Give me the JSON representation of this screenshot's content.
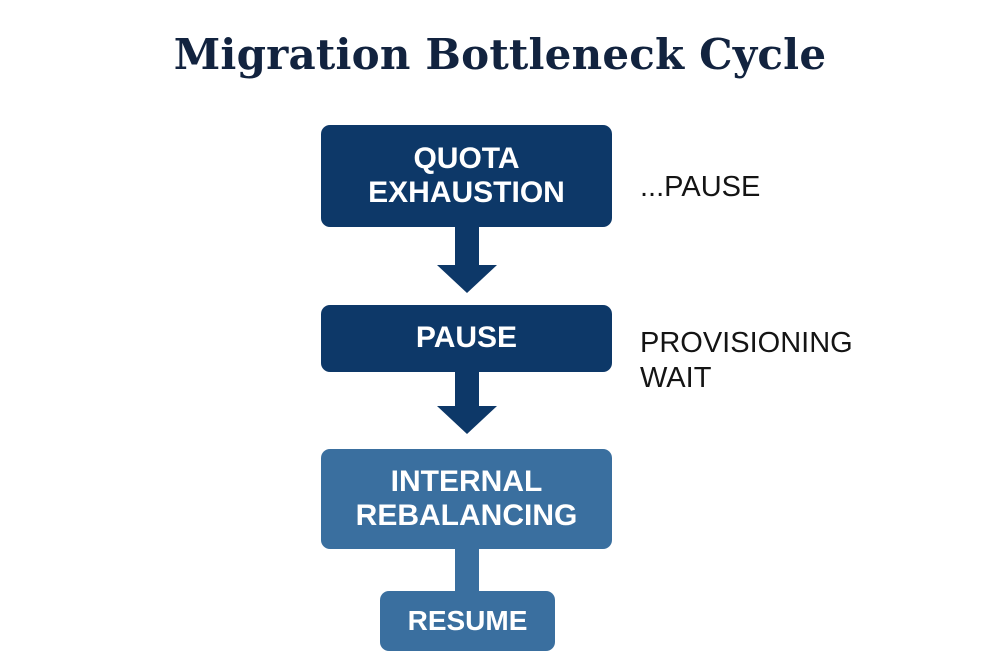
{
  "title": "Migration Bottleneck Cycle",
  "colors": {
    "dark_box": "#0d3868",
    "light_box": "#3a6f9f",
    "title": "#12233f",
    "label_text": "#141414"
  },
  "nodes": {
    "quota": "QUOTA\nEXHAUSTION",
    "pause": "PAUSE",
    "rebalancing": "INTERNAL\nREBALANCING",
    "resume": "RESUME"
  },
  "annotations": {
    "pause_note": "...PAUSE",
    "provisioning_note": "PROVISIONING\nWAIT"
  }
}
